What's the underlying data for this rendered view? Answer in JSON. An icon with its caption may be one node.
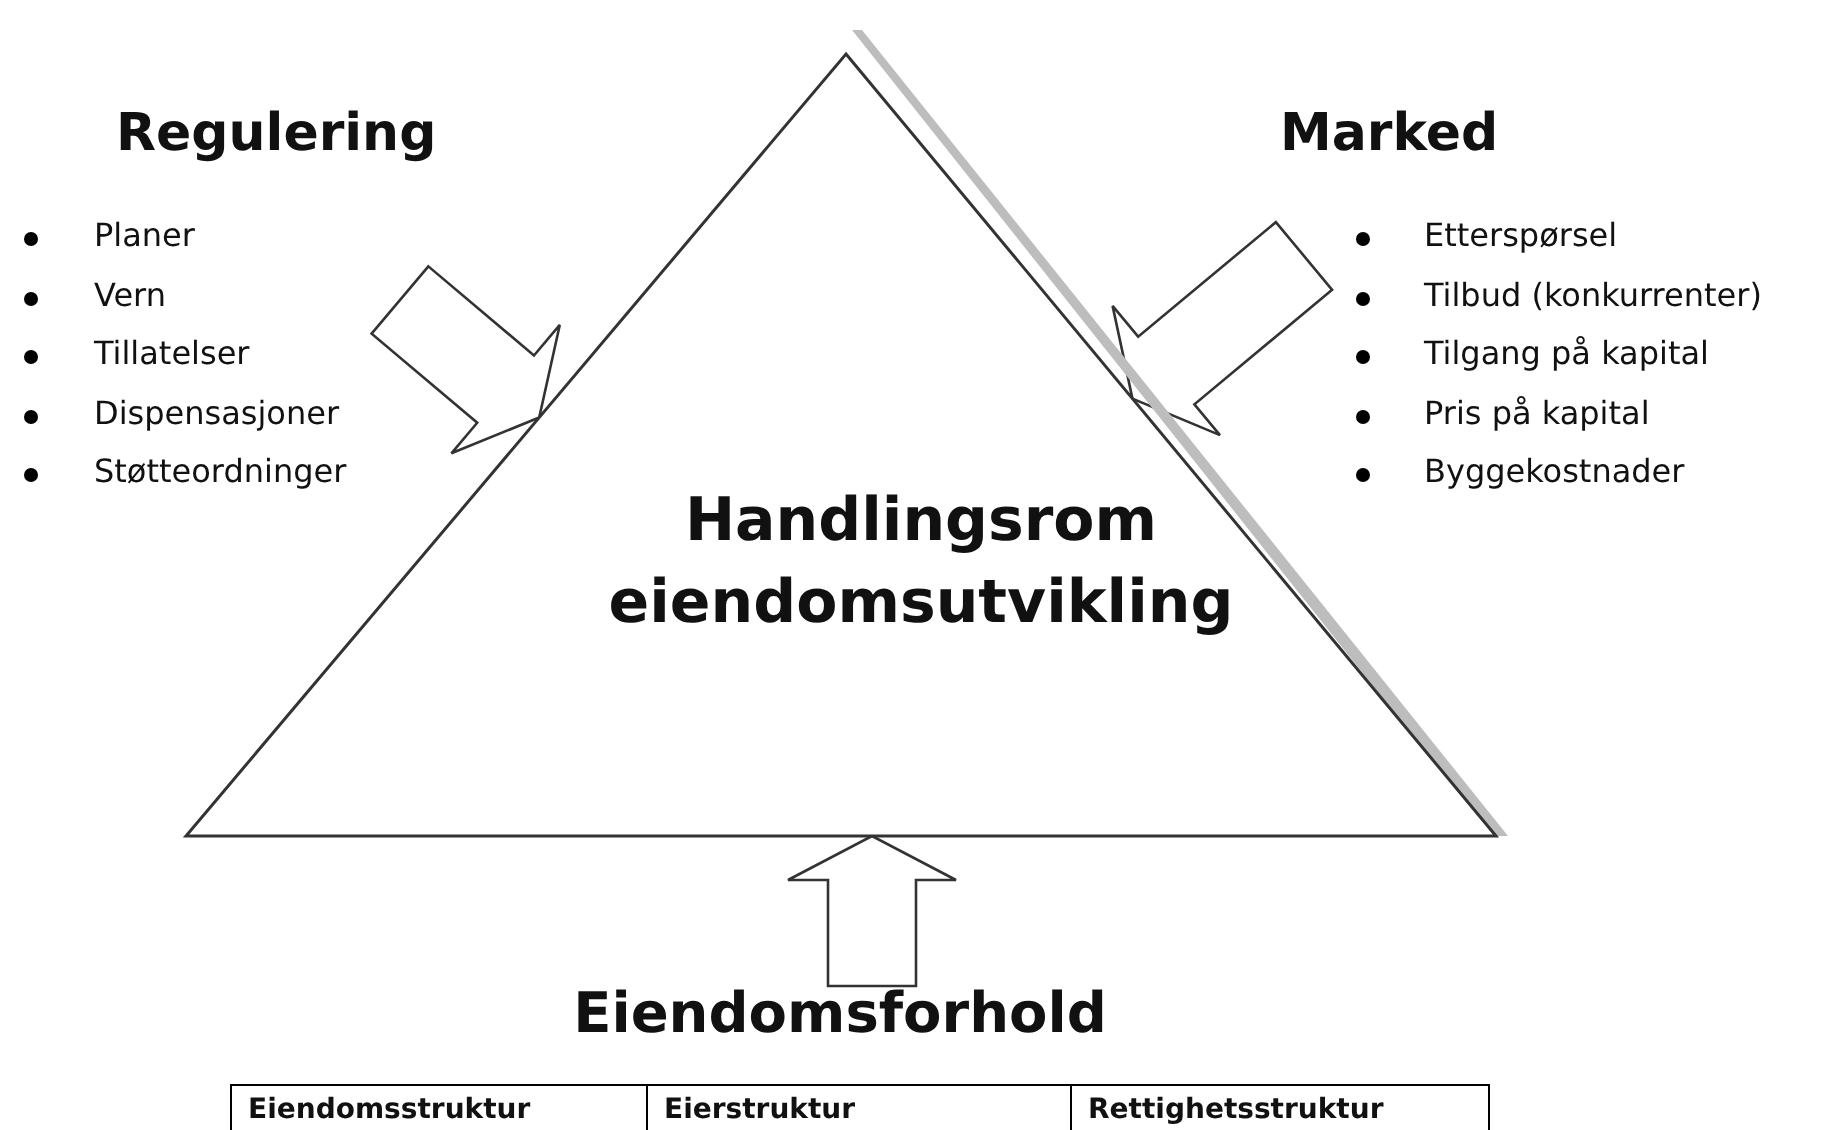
{
  "diagram": {
    "nodes": [
      {
        "text": [
          "Handlingsrom eiendomsutvikling"
        ]
      },
      {
        "text": [
          "Regulering",
          "Planer",
          "Vern",
          "Tillatelser",
          "Dispensasjoner",
          "Støtteordninger"
        ]
      },
      {
        "text": [
          "Marked",
          "Etterspørsel",
          "Tilbud (konkurrenter)",
          "Tilgang på kapital",
          "Pris på kapital",
          "Byggekostnader"
        ]
      },
      {
        "text": [
          "Eiendomsforhold"
        ]
      }
    ],
    "edges": [
      {
        "from": 1,
        "to": 0,
        "arrow": "to"
      },
      {
        "from": 2,
        "to": 0,
        "arrow": "to"
      },
      {
        "from": 3,
        "to": 0,
        "arrow": "to"
      }
    ],
    "labels": [
      "Eiendomsstruktur",
      "Eierstruktur",
      "Rettighetsstruktur"
    ]
  }
}
